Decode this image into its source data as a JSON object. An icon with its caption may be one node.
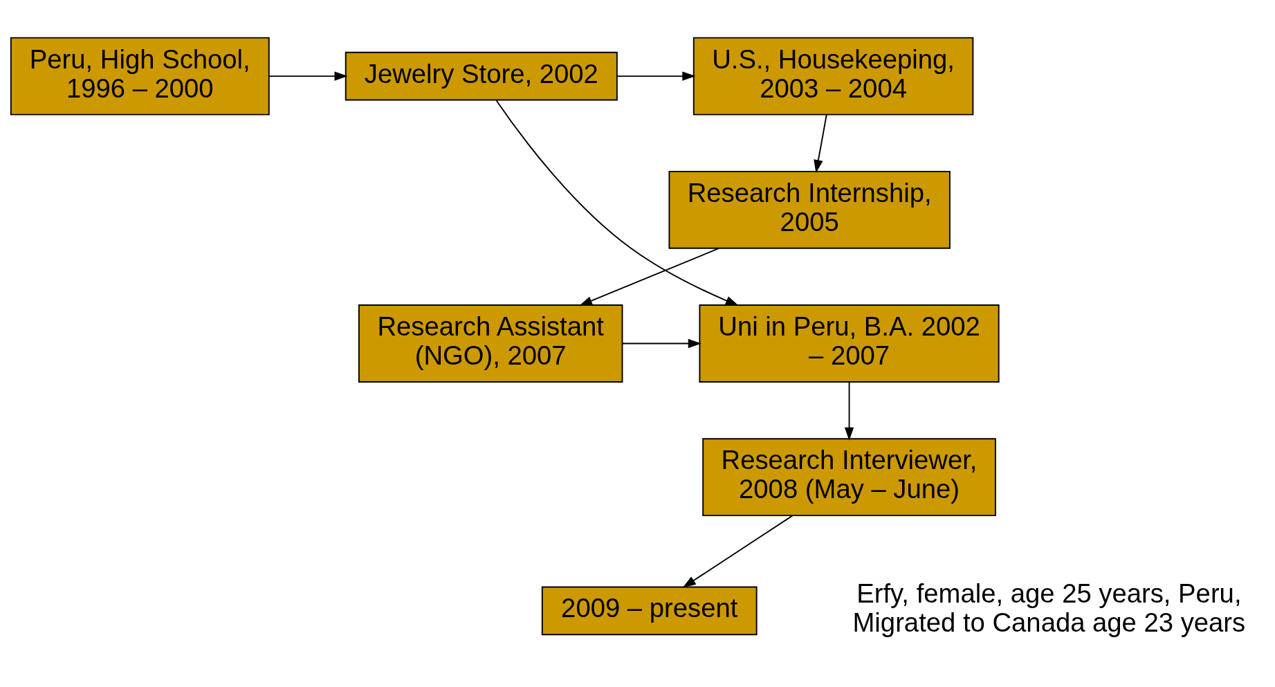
{
  "diagram": {
    "nodes": [
      {
        "text": [
          "Peru, High School, 1996 – 2000"
        ]
      },
      {
        "text": [
          "Jewelry Store, 2002"
        ]
      },
      {
        "text": [
          "U.S., Housekeeping, 2003 – 2004"
        ]
      },
      {
        "text": [
          "Research Internship, 2005"
        ]
      },
      {
        "text": [
          "Uni in Peru, B.A. 2002 – 2007"
        ]
      },
      {
        "text": [
          "Research Assistant (NGO), 2007"
        ]
      },
      {
        "text": [
          "Research Interviewer, 2008 (May – June)"
        ]
      },
      {
        "text": [
          "2009 – present"
        ]
      }
    ],
    "edges": [
      {
        "from": 0,
        "to": 1,
        "arrow": "to"
      },
      {
        "from": 1,
        "to": 2,
        "arrow": "to"
      },
      {
        "from": 2,
        "to": 3,
        "arrow": "to"
      },
      {
        "from": 1,
        "to": 4,
        "arrow": "to"
      },
      {
        "from": 3,
        "to": 5,
        "arrow": "to"
      },
      {
        "from": 5,
        "to": 4,
        "arrow": "to"
      },
      {
        "from": 4,
        "to": 6,
        "arrow": "to"
      },
      {
        "from": 6,
        "to": 7,
        "arrow": "to"
      }
    ],
    "labels": [
      "Erfy, female, age 25 years, Peru, Migrated to Canada age 23 years"
    ]
  }
}
